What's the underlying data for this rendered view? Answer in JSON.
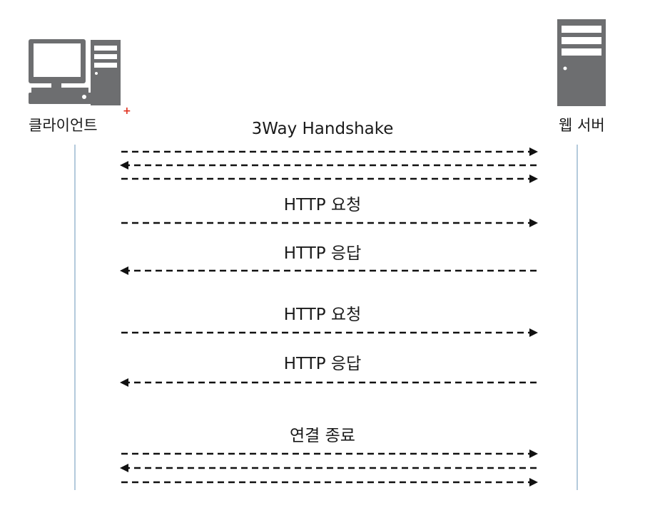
{
  "actors": {
    "client": {
      "label": "클라이언트",
      "marker": "+",
      "icon": "desktop-computer-icon"
    },
    "server": {
      "label": "웹 서버",
      "icon": "server-tower-icon"
    }
  },
  "colors": {
    "icon": "#6d6e70",
    "lifeline": "#9cb9d0",
    "arrow": "#111111",
    "marker": "#e0301e"
  },
  "messages": [
    {
      "label": "3Way Handshake",
      "arrows": [
        "to-server",
        "to-client",
        "to-server"
      ]
    },
    {
      "label": "HTTP 요청",
      "arrows": [
        "to-server"
      ]
    },
    {
      "label": "HTTP 응답",
      "arrows": [
        "to-client"
      ]
    },
    {
      "label": "HTTP 요청",
      "arrows": [
        "to-server"
      ]
    },
    {
      "label": "HTTP 응답",
      "arrows": [
        "to-client"
      ]
    },
    {
      "label": "연결 종료",
      "arrows": [
        "to-server",
        "to-client",
        "to-server"
      ]
    }
  ]
}
